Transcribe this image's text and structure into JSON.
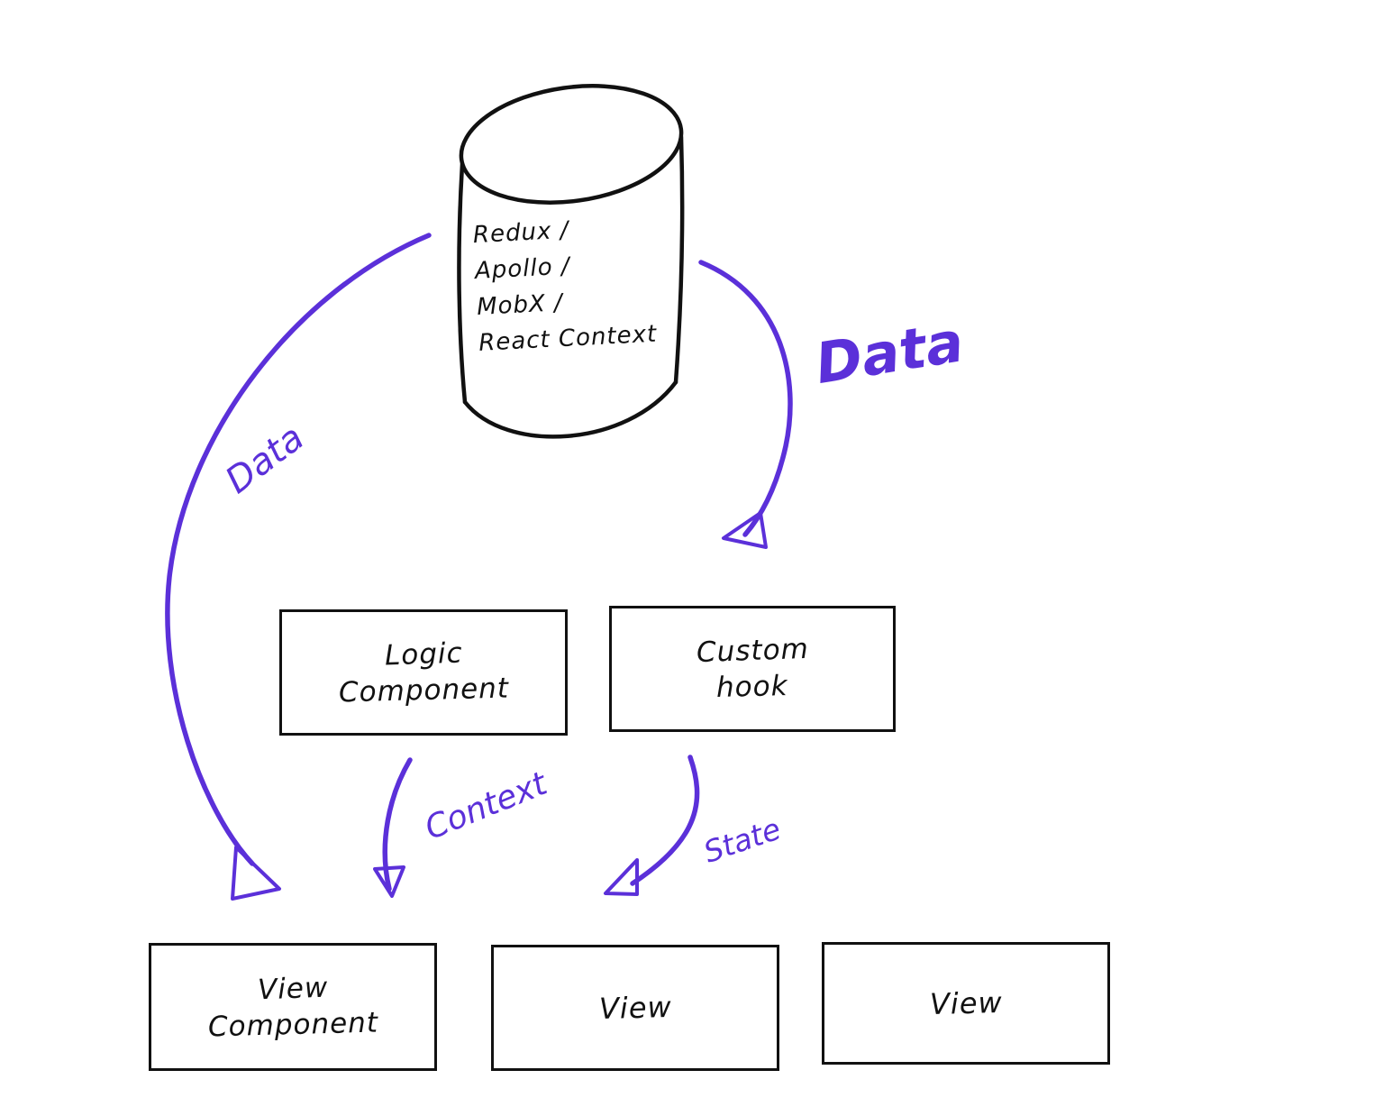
{
  "diagram": {
    "store": {
      "lines": [
        "Redux /",
        "Apollo /",
        "MobX /",
        "React Context"
      ]
    },
    "nodes": {
      "logic_component": {
        "line1": "Logic",
        "line2": "Component"
      },
      "custom_hook": {
        "line1": "Custom",
        "line2": "hook"
      },
      "view_component": {
        "line1": "View",
        "line2": "Component"
      },
      "view_left": {
        "label": "View"
      },
      "view_right": {
        "label": "View"
      }
    },
    "edges": {
      "data_left": {
        "label": "Data"
      },
      "data_right": {
        "label": "Data"
      },
      "context": {
        "label": "Context"
      },
      "state": {
        "label": "State"
      }
    },
    "colors": {
      "ink": "#111111",
      "accent": "#5b30d9"
    }
  }
}
